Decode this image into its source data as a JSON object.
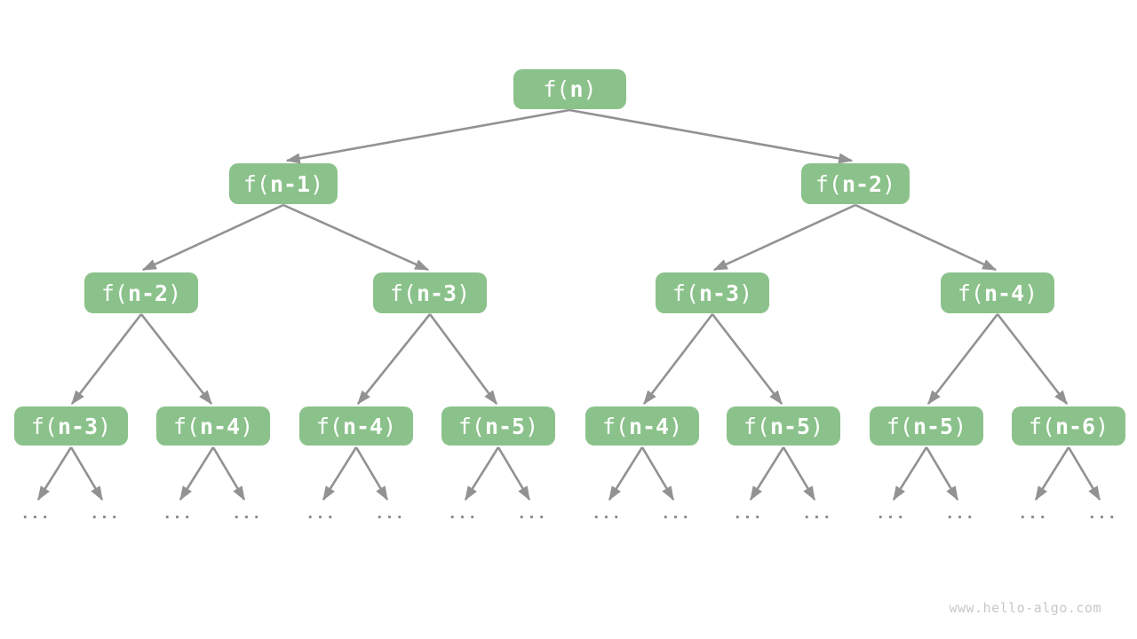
{
  "colors": {
    "node_fill": "#8BC28B",
    "node_text": "#FFFFFF",
    "arrow": "#929292",
    "dots": "#8A8A8A",
    "watermark": "#C8C8C8",
    "background": "#FFFFFF"
  },
  "watermark_text": "www.hello-algo.com",
  "ellipsis_text": "...",
  "nodes": [
    {
      "level": 0,
      "prefix": "f(",
      "arg": "n",
      "suffix": ")"
    },
    {
      "level": 1,
      "prefix": "f(",
      "arg": "n-1",
      "suffix": ")"
    },
    {
      "level": 1,
      "prefix": "f(",
      "arg": "n-2",
      "suffix": ")"
    },
    {
      "level": 2,
      "prefix": "f(",
      "arg": "n-2",
      "suffix": ")"
    },
    {
      "level": 2,
      "prefix": "f(",
      "arg": "n-3",
      "suffix": ")"
    },
    {
      "level": 2,
      "prefix": "f(",
      "arg": "n-3",
      "suffix": ")"
    },
    {
      "level": 2,
      "prefix": "f(",
      "arg": "n-4",
      "suffix": ")"
    },
    {
      "level": 3,
      "prefix": "f(",
      "arg": "n-3",
      "suffix": ")"
    },
    {
      "level": 3,
      "prefix": "f(",
      "arg": "n-4",
      "suffix": ")"
    },
    {
      "level": 3,
      "prefix": "f(",
      "arg": "n-4",
      "suffix": ")"
    },
    {
      "level": 3,
      "prefix": "f(",
      "arg": "n-5",
      "suffix": ")"
    },
    {
      "level": 3,
      "prefix": "f(",
      "arg": "n-4",
      "suffix": ")"
    },
    {
      "level": 3,
      "prefix": "f(",
      "arg": "n-5",
      "suffix": ")"
    },
    {
      "level": 3,
      "prefix": "f(",
      "arg": "n-5",
      "suffix": ")"
    },
    {
      "level": 3,
      "prefix": "f(",
      "arg": "n-6",
      "suffix": ")"
    }
  ]
}
